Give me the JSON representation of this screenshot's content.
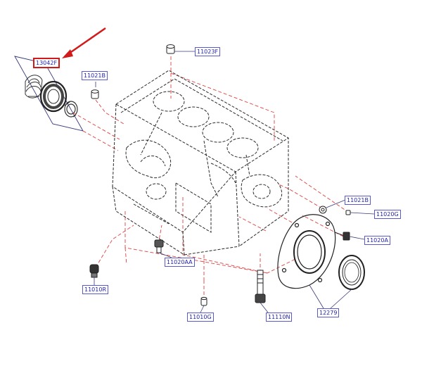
{
  "colors": {
    "callout_text": "#1d1db0",
    "callout_border": "#5a5ad0",
    "leader_lines": "#e04040",
    "highlight_arrow": "#d11a1a",
    "part_outline": "#333333"
  },
  "icons": {
    "pointer": "red-arrow-icon"
  },
  "callouts": {
    "seal_kit": "13042F",
    "c_11023F": "11023F",
    "c_11021B_top": "11021B",
    "c_11021B_right": "11021B",
    "c_11020G": "11020G",
    "c_11020A": "11020A",
    "c_11020AA": "11020AA",
    "c_11010R": "11010R",
    "c_11010G": "11010G",
    "c_11110N": "11110N",
    "c_12279": "12279"
  }
}
